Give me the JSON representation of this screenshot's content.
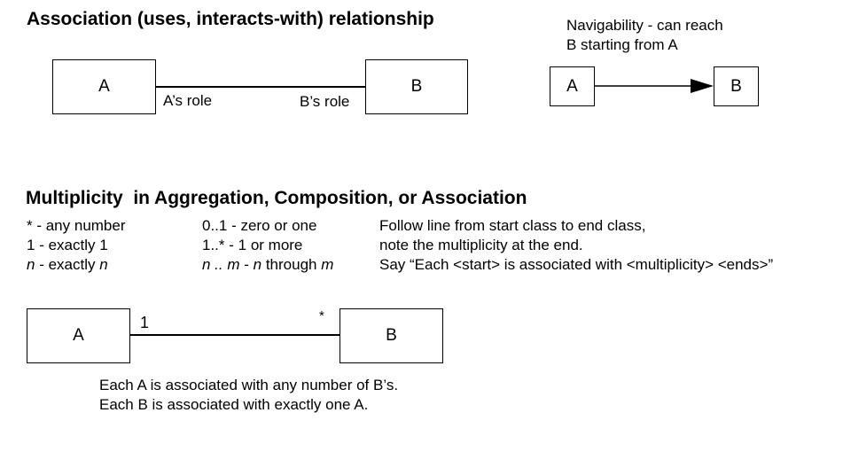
{
  "association": {
    "heading": "Association (uses, interacts-with) relationship",
    "class_a": "A",
    "class_b": "B",
    "role_a": "A’s role",
    "role_b": "B’s role"
  },
  "navigability": {
    "caption_line1": "Navigability - can reach",
    "caption_line2": "B starting from A",
    "class_a": "A",
    "class_b": "B"
  },
  "multiplicity": {
    "heading": "Multiplicity  in Aggregation, Composition, or Association",
    "col1": [
      {
        "sym": "*",
        "desc": " - any number"
      },
      {
        "sym": "1",
        "desc": " - exactly 1"
      },
      {
        "sym": "n",
        "desc": " - exactly ",
        "sym2": "n"
      }
    ],
    "col2": [
      {
        "sym": "0..1",
        "desc": " - zero or one"
      },
      {
        "sym": "1..*",
        "desc": " - 1 or more"
      },
      {
        "sym": "n .. m",
        "desc": " - ",
        "sym2": "n",
        "mid": " through ",
        "sym3": "m"
      }
    ],
    "col3": [
      "Follow line from start class to end class,",
      "note the multiplicity at the end.",
      "Say “Each <start> is associated with <multiplicity> <ends>”"
    ]
  },
  "example": {
    "class_a": "A",
    "class_b": "B",
    "mult_a": "1",
    "mult_b": "*",
    "caption_line1": "Each A is associated with any number of B’s.",
    "caption_line2": "Each B is associated with exactly one A."
  }
}
